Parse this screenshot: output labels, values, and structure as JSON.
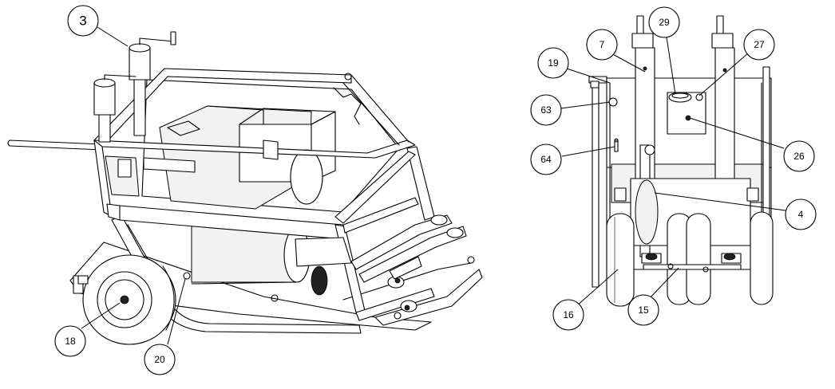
{
  "callouts": [
    {
      "id": "3",
      "label": "3"
    },
    {
      "id": "18",
      "label": "18"
    },
    {
      "id": "20",
      "label": "20"
    },
    {
      "id": "7",
      "label": "7"
    },
    {
      "id": "29",
      "label": "29"
    },
    {
      "id": "27",
      "label": "27"
    },
    {
      "id": "19",
      "label": "19"
    },
    {
      "id": "63",
      "label": "63"
    },
    {
      "id": "64",
      "label": "64"
    },
    {
      "id": "26",
      "label": "26"
    },
    {
      "id": "4",
      "label": "4"
    },
    {
      "id": "16",
      "label": "16"
    },
    {
      "id": "15",
      "label": "15"
    }
  ]
}
